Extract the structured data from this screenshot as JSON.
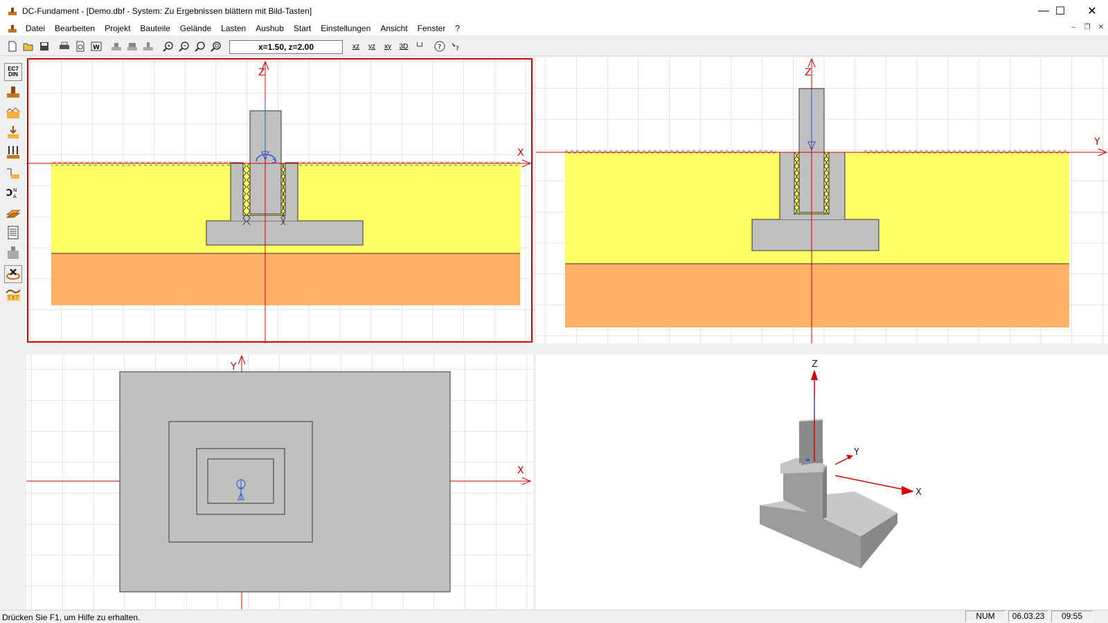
{
  "window": {
    "title": "DC-Fundament - [Demo.dbf - System: Zu Ergebnissen blättern mit Bild-Tasten]",
    "controls": {
      "minimize": "—",
      "maximize": "☐",
      "close": "✕"
    }
  },
  "menu": {
    "items": [
      "Datei",
      "Bearbeiten",
      "Projekt",
      "Bauteile",
      "Gelände",
      "Lasten",
      "Aushub",
      "Start",
      "Einstellungen",
      "Ansicht",
      "Fenster",
      "?"
    ]
  },
  "toolbar": {
    "coordinate": "x=1.50, z=2.00",
    "view_buttons": [
      "xz",
      "yz",
      "xy",
      "3D",
      "└┘"
    ]
  },
  "sidebar": {
    "ec7_line1": "EC7",
    "ec7_line2": "DIN",
    "txt_label": "TXT"
  },
  "views": {
    "xz": {
      "axis_x": "X",
      "axis_z": "Z"
    },
    "yz": {
      "axis_y": "Y",
      "axis_z": "Z"
    },
    "xy": {
      "axis_x": "X",
      "axis_y": "Y"
    },
    "iso": {
      "axis_x": "X",
      "axis_y": "Y",
      "axis_z": "Z"
    }
  },
  "colors": {
    "soil_top": "#ffff66",
    "soil_bottom": "#ffb066",
    "concrete": "#c0c0c0",
    "axis": "#d40000",
    "load": "#1a5ad8",
    "grid": "#c8c8c8",
    "active_border": "#d40000"
  },
  "status": {
    "text": "Drücken Sie F1, um Hilfe zu erhalten.",
    "num": "NUM",
    "date": "06.03.23",
    "time": "09:55"
  }
}
